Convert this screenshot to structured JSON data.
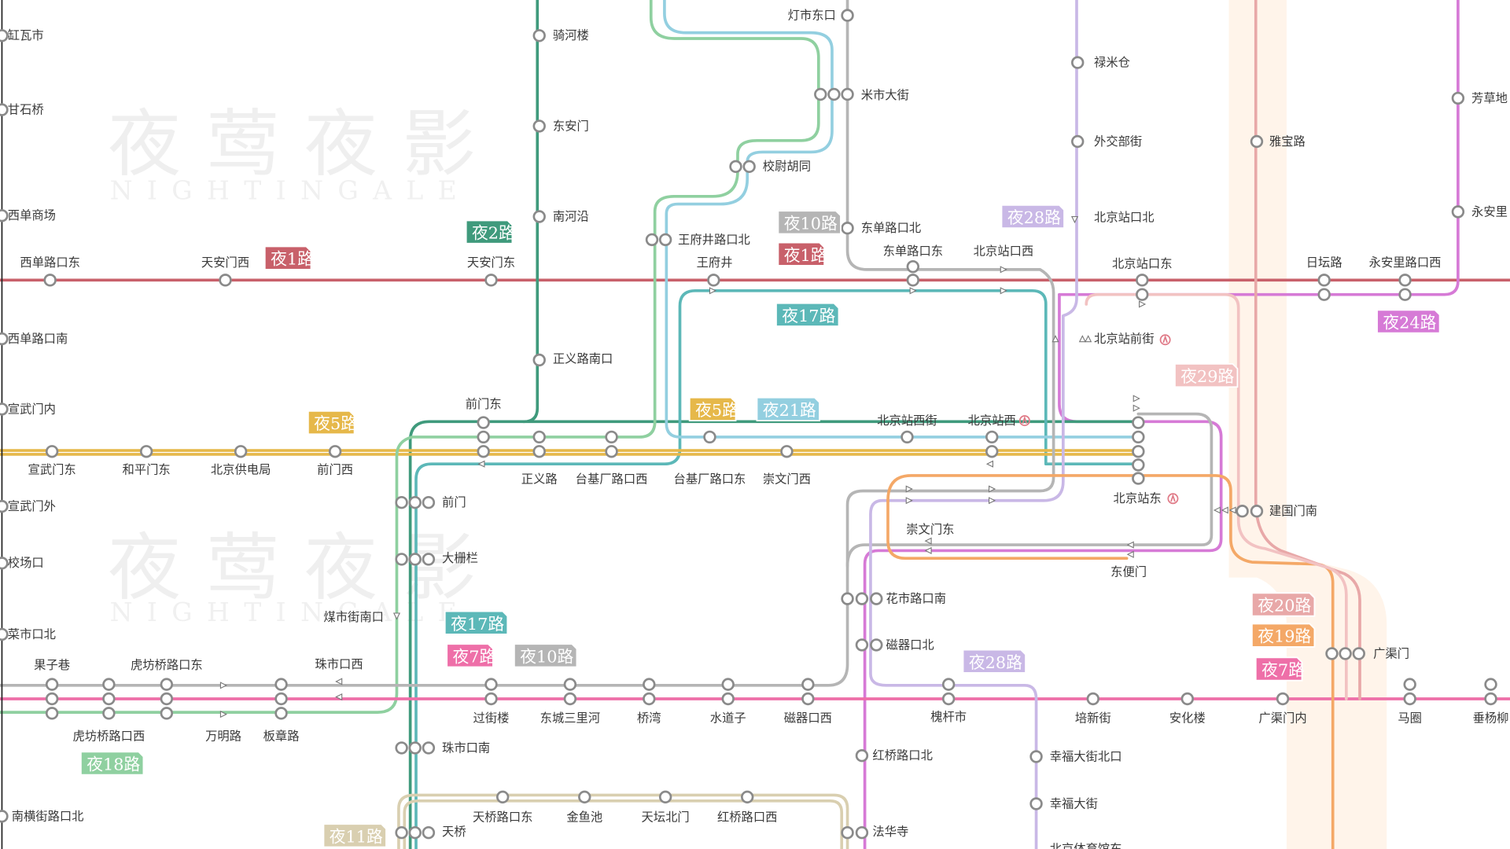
{
  "map": {
    "watermark": {
      "cn": "夜莺夜影",
      "en": "NIGHTINGALE"
    },
    "colors": {
      "r1": "#c8606a",
      "r2": "#3f9a7c",
      "r5": "#e6b84a",
      "r7": "#ee6fa8",
      "r10": "#b5b5b5",
      "r11": "#d9cfb0",
      "r17": "#5cb8b8",
      "r18": "#8fd0a0",
      "r19": "#f4a867",
      "r20": "#e8a8a8",
      "r21": "#93cfe0",
      "r24": "#d67ad6",
      "r28": "#c9b8e6",
      "r29": "#f2c2c2",
      "station_stroke": "#8a8a8a"
    },
    "routes": [
      {
        "id": "r1",
        "label": "夜1路"
      },
      {
        "id": "r2",
        "label": "夜2路"
      },
      {
        "id": "r5",
        "label": "夜5路"
      },
      {
        "id": "r7",
        "label": "夜7路"
      },
      {
        "id": "r10",
        "label": "夜10路"
      },
      {
        "id": "r11",
        "label": "夜11路"
      },
      {
        "id": "r17",
        "label": "夜17路"
      },
      {
        "id": "r18",
        "label": "夜18路"
      },
      {
        "id": "r19",
        "label": "夜19路"
      },
      {
        "id": "r20",
        "label": "夜20路"
      },
      {
        "id": "r21",
        "label": "夜21路"
      },
      {
        "id": "r24",
        "label": "夜24路"
      },
      {
        "id": "r28",
        "label": "夜28路"
      },
      {
        "id": "r29",
        "label": "夜29路"
      }
    ],
    "stations": [
      "缸瓦市",
      "甘石桥",
      "西单商场",
      "西单路口东",
      "天安门西",
      "天安门东",
      "西单路口南",
      "宣武门内",
      "宣武门东",
      "和平门东",
      "北京供电局",
      "前门西",
      "宣武门外",
      "校场口",
      "菜市口北",
      "果子巷",
      "虎坊桥路口东",
      "珠市口西",
      "虎坊桥路口西",
      "万明路",
      "板章路",
      "南横街路口北",
      "骑河楼",
      "东安门",
      "南河沿",
      "正义路南口",
      "前门东",
      "正义路",
      "台基厂路口西",
      "台基厂路口东",
      "崇文门西",
      "前门",
      "大栅栏",
      "煤市街南口",
      "过街楼",
      "东城三里河",
      "桥湾",
      "水道子",
      "磁器口西",
      "珠市口南",
      "天桥",
      "天桥路口东",
      "金鱼池",
      "天坛北门",
      "红桥路口西",
      "灯市东口",
      "米市大街",
      "校尉胡同",
      "王府井路口北",
      "王府井",
      "东单路口北",
      "东单路口东",
      "北京站口西",
      "北京站西街",
      "北京站西",
      "崇文门东",
      "花市路口南",
      "磁器口北",
      "红桥路口北",
      "法华寺",
      "槐杆市",
      "幸福大街北口",
      "幸福大街",
      "北京体育馆东",
      "禄米仓",
      "外交部街",
      "北京站口北",
      "北京站口东",
      "北京站前街",
      "北京站东",
      "东便门",
      "培新街",
      "安化楼",
      "雅宝路",
      "建国门南",
      "广渠门",
      "广渠门内",
      "日坛路",
      "永安里路口西",
      "芳草地",
      "永安里",
      "马圈",
      "垂杨柳"
    ]
  }
}
